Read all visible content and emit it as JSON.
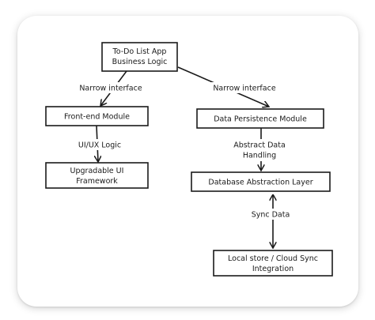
{
  "nodes": {
    "root": {
      "line1": "To-Do List App",
      "line2": "Business Logic"
    },
    "frontend": {
      "label": "Front-end Module"
    },
    "ui_framework": {
      "line1": "Upgradable UI",
      "line2": "Framework"
    },
    "persistence": {
      "label": "Data Persistence Module"
    },
    "dal": {
      "label": "Database Abstraction Layer"
    },
    "storage": {
      "line1": "Local store / Cloud Sync",
      "line2": "Integration"
    }
  },
  "edges": {
    "root_to_frontend": "Narrow interface",
    "root_to_persistence": "Narrow interface",
    "frontend_to_ui": "UI/UX Logic",
    "persistence_to_dal": {
      "line1": "Abstract Data",
      "line2": "Handling"
    },
    "dal_to_storage": "Sync Data"
  }
}
